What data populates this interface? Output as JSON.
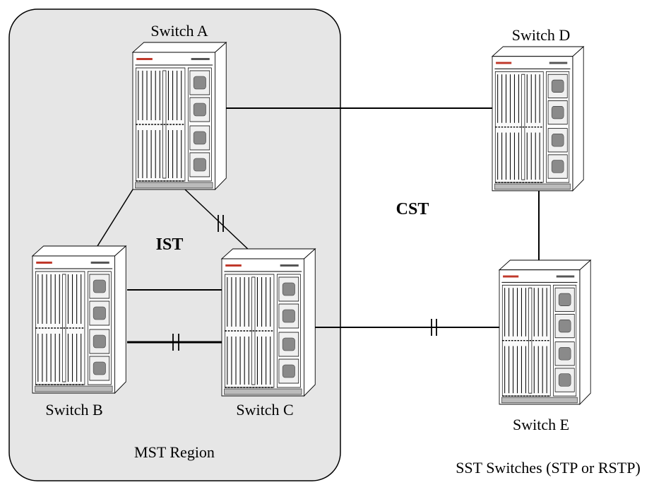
{
  "region": {
    "label": "MST Region",
    "fill_color": "#e6e6e6",
    "border_color": "#000000"
  },
  "switches": {
    "a": {
      "label": "Switch A"
    },
    "b": {
      "label": "Switch B"
    },
    "c": {
      "label": "Switch C"
    },
    "d": {
      "label": "Switch D"
    },
    "e": {
      "label": "Switch E"
    }
  },
  "protocols": {
    "ist": "IST",
    "cst": "CST"
  },
  "sst_caption": "SST Switches (STP or RSTP)",
  "colors": {
    "chassis_logo": "#c0392b",
    "chassis_fill": "#ffffff",
    "line": "#000000"
  },
  "icons": {
    "switch": "switch-chassis-icon",
    "blocked_link": "blocked-port-marker-icon"
  }
}
